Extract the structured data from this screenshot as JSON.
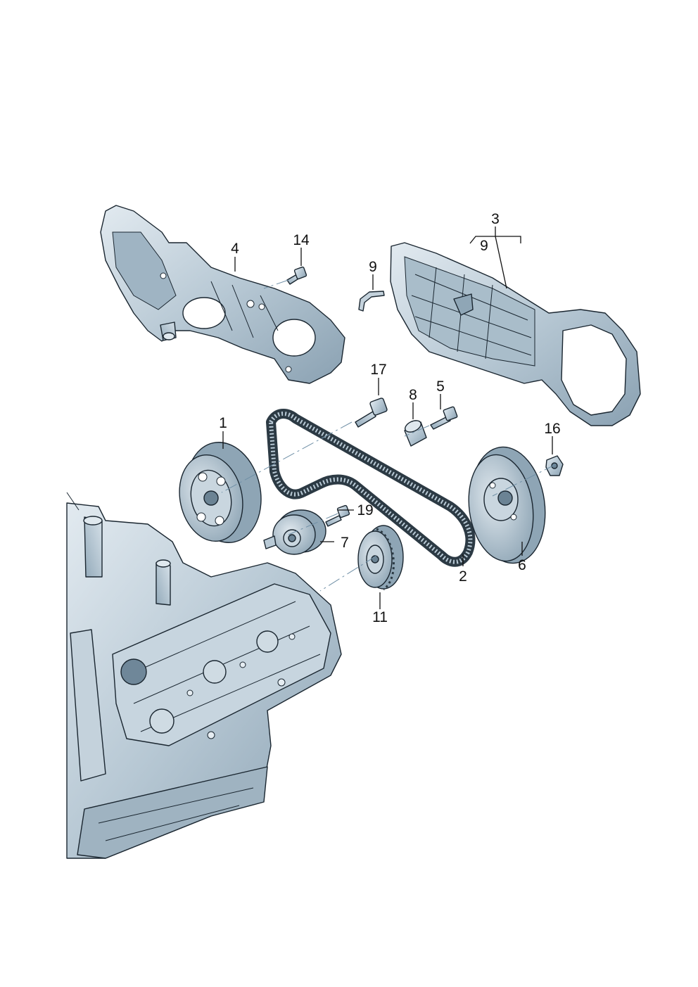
{
  "diagram": {
    "labels": {
      "p1": "1",
      "p2": "2",
      "p3": "3",
      "p4": "4",
      "p5": "5",
      "p6": "6",
      "p7": "7",
      "p8": "8",
      "p9a": "9",
      "p9b": "9",
      "p11": "11",
      "p14": "14",
      "p16": "16",
      "p17": "17",
      "p19": "19"
    },
    "colors": {
      "part_fill": "#b9cad6",
      "part_shadow": "#8fa6b6",
      "part_light": "#dbe5ec",
      "outline": "#1a2630",
      "belt": "#2c3a44"
    }
  }
}
